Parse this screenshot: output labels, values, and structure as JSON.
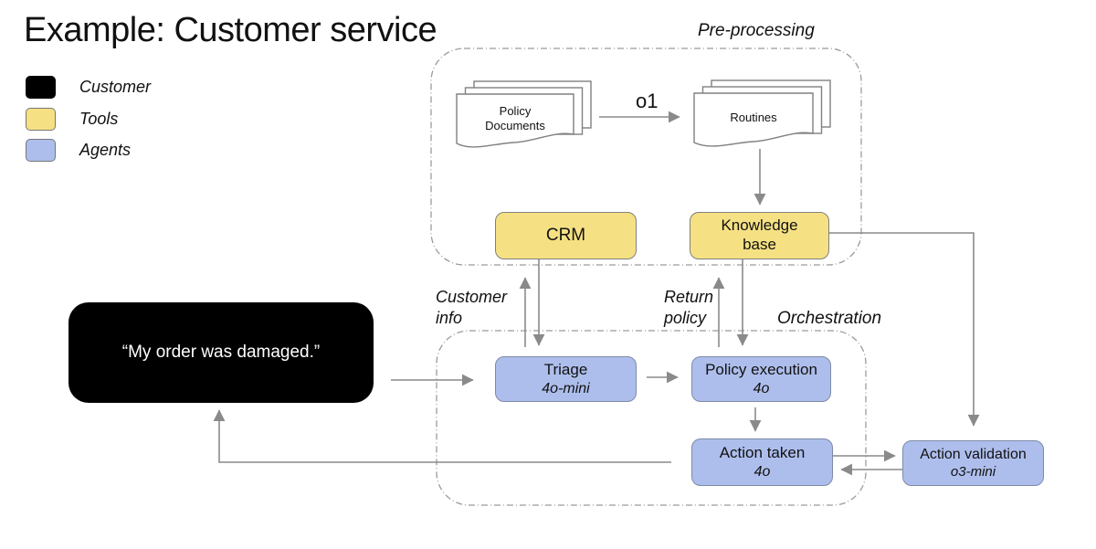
{
  "title": "Example: Customer service",
  "legend": {
    "items": [
      {
        "label": "Customer",
        "color": "#000000"
      },
      {
        "label": "Tools",
        "color": "#F5E183"
      },
      {
        "label": "Agents",
        "color": "#AEBEEC"
      }
    ]
  },
  "preprocessing": {
    "label": "Pre-processing",
    "policy_documents_label": "Policy Documents",
    "o1_model": "o1",
    "routines_label": "Routines",
    "crm_label": "CRM",
    "knowledge_base_label": "Knowledge base"
  },
  "orchestration": {
    "label": "Orchestration",
    "triage": {
      "title": "Triage",
      "model": "4o-mini"
    },
    "policy_execution": {
      "title": "Policy execution",
      "model": "4o"
    },
    "action_taken": {
      "title": "Action taken",
      "model": "4o"
    }
  },
  "action_validation": {
    "title": "Action validation",
    "model": "o3-mini"
  },
  "customer_message": "“My order was damaged.”",
  "flow_labels": {
    "customer_info": "Customer info",
    "return_policy": "Return policy"
  },
  "colors": {
    "customer": "#000000",
    "tools_fill": "#F5E183",
    "agents_fill": "#AEBEEC",
    "connector_gray": "#8a8a8a",
    "dashed_border": "#9b9b9b"
  }
}
